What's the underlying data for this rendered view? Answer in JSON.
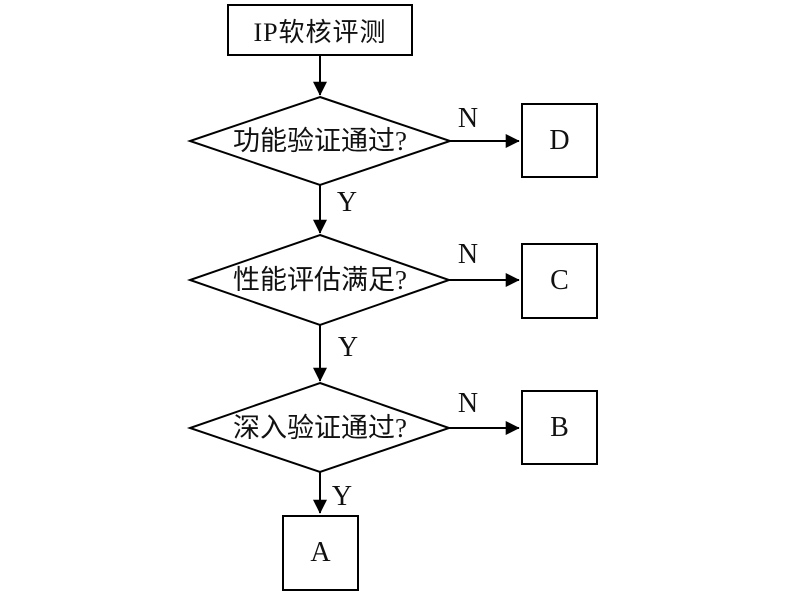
{
  "page": {
    "background_color": "#ffffff",
    "stroke_color": "#000000",
    "text_color": "#111111"
  },
  "flowchart": {
    "start": {
      "label": "IP软核评测"
    },
    "decisions": [
      {
        "label": "功能验证通过?",
        "yes_label": "Y",
        "no_label": "N",
        "no_target": "D"
      },
      {
        "label": "性能评估满足?",
        "yes_label": "Y",
        "no_label": "N",
        "no_target": "C"
      },
      {
        "label": "深入验证通过?",
        "yes_label": "Y",
        "no_label": "N",
        "no_target": "B"
      }
    ],
    "terminals": [
      {
        "label": "D"
      },
      {
        "label": "C"
      },
      {
        "label": "B"
      },
      {
        "label": "A"
      }
    ]
  }
}
